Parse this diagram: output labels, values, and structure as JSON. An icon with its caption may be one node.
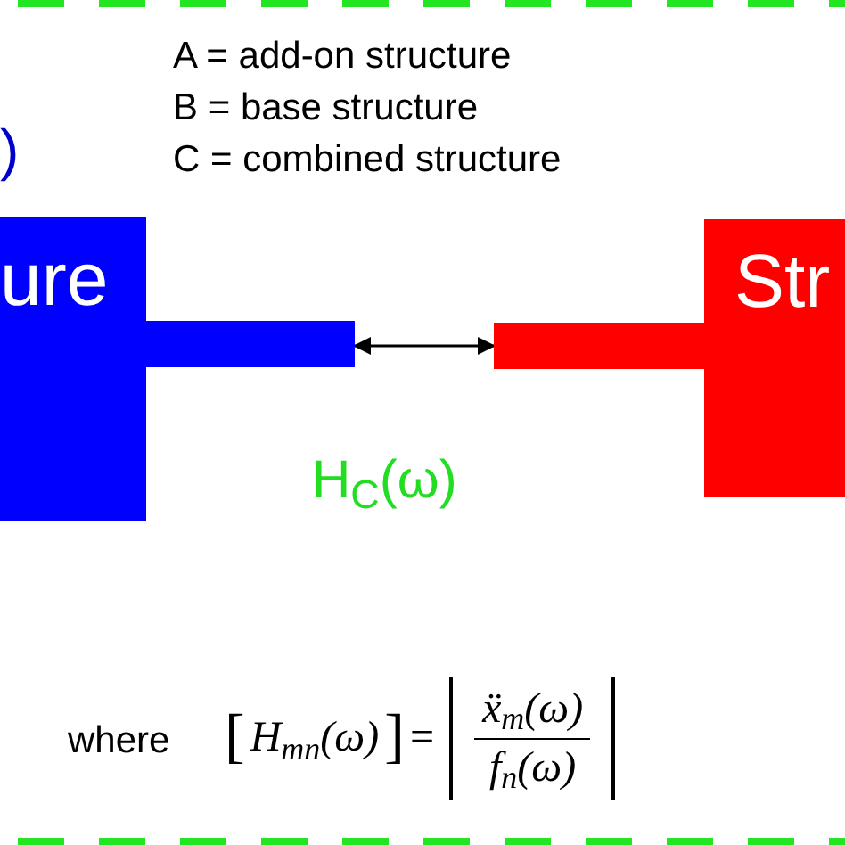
{
  "diagram": {
    "nodes": [
      {
        "text": [
          "ure"
        ]
      },
      {
        "text": [
          "Str"
        ]
      }
    ],
    "edges": [
      {
        "from": 0,
        "to": 1,
        "arrow": "both",
        "label": "H$_{C}$(ω)",
        "color": "#000000"
      }
    ],
    "labels": [
      ")",
      "A = add-on structure",
      "B = base structure",
      "C = combined structure",
      "where",
      "[",
      "H$_{mn}$(ω)",
      "]",
      "=",
      "ẍ$_{m}$(ω)",
      "f$_{n}$(ω)"
    ]
  }
}
